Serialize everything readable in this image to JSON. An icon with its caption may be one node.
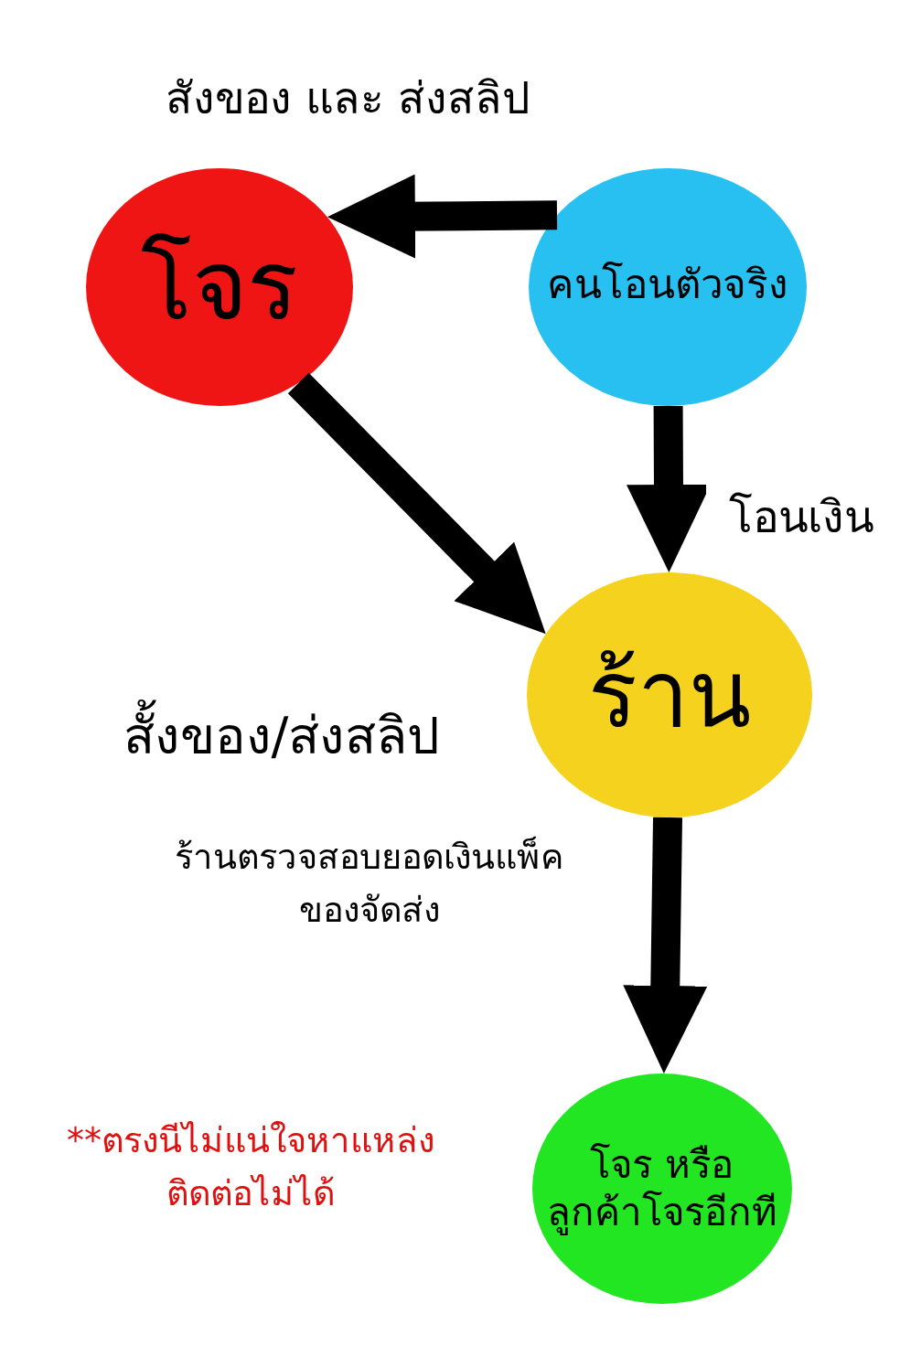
{
  "diagram": {
    "nodes": [
      {
        "text": [
          "โจร"
        ]
      },
      {
        "text": [
          "คนโอนตัวจริง"
        ]
      },
      {
        "text": [
          "ร้าน"
        ]
      },
      {
        "text": [
          "โจร หรือลูกค้าโจรอีกที"
        ]
      }
    ],
    "edges": [
      {
        "from": 1,
        "to": 0,
        "arrow": "to",
        "label": "สังของ และ  ส่งสลิป"
      },
      {
        "from": 1,
        "to": 2,
        "arrow": "to",
        "label": "โอนเงิน"
      },
      {
        "from": 0,
        "to": 2,
        "arrow": "to",
        "label": "สั้งของ/ส่งสลิป"
      },
      {
        "from": 2,
        "to": 3,
        "arrow": "to",
        "label": "ร้านตรวจสอบยอดเงินแพ็คของจัดส่ง"
      }
    ],
    "labels": [
      "**ตรงนีไม่แน่ใจหาแหล่งติดต่อไม่ได้"
    ]
  }
}
